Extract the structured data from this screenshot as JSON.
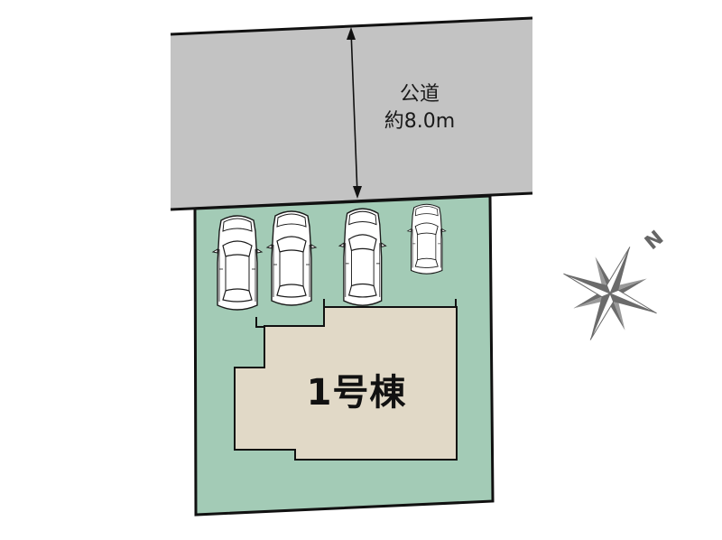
{
  "road": {
    "name": "公道",
    "width_label": "約8.0m",
    "fill_color": "#c3c3c3"
  },
  "lot": {
    "fill_color": "#a3cbb6"
  },
  "building": {
    "label": "1号棟",
    "fill_color": "#e1d9c7"
  },
  "parking": {
    "cars": [
      {
        "id": 1,
        "type": "sedan"
      },
      {
        "id": 2,
        "type": "sedan"
      },
      {
        "id": 3,
        "type": "sedan"
      },
      {
        "id": 4,
        "type": "compact"
      }
    ]
  },
  "compass": {
    "north_label": "N",
    "icon": "compass-rose-icon",
    "color": "#6b6b6b"
  }
}
